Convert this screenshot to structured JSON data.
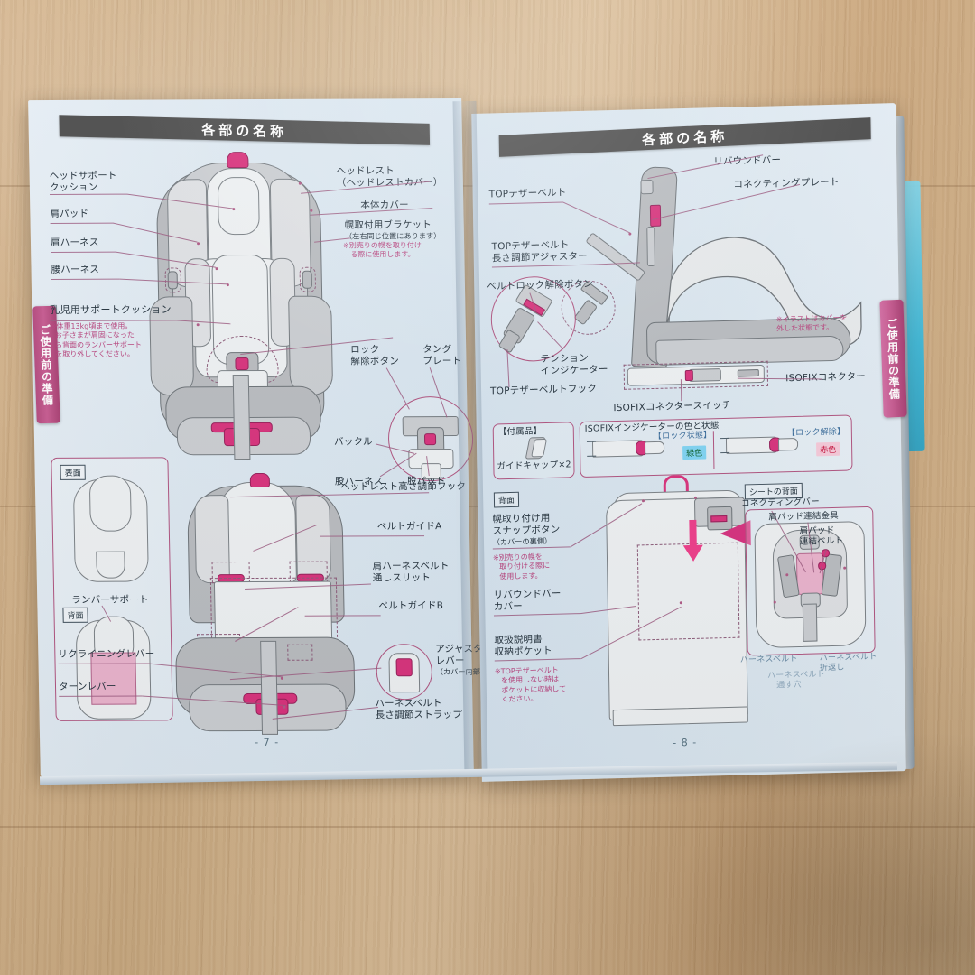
{
  "scene": {
    "description": "open-japanese-child-seat-instruction-manual-on-wood-desk",
    "background": "wood-desk"
  },
  "colors": {
    "paper": "#dfe9f2",
    "header_band": "#4d4d4d",
    "tab_magenta": "#b44a7e",
    "leader_line": "#9c5a80",
    "accent_pink": "#d8327c",
    "note_text": "#b8447e",
    "green_swatch": "#2fa84f",
    "red_swatch": "#e0234a",
    "back_cover_teal": "#37b6d8"
  },
  "left_page": {
    "header": "各部の名称",
    "page_number": "- 7 -",
    "side_tab": "ご使用前の準備",
    "labels_upper_left": [
      {
        "text": "ヘッドサポート\nクッション",
        "line1": "ヘッドサポート",
        "line2": "クッション"
      },
      {
        "text": "肩パッド"
      },
      {
        "text": "肩ハーネス"
      },
      {
        "text": "腰ハーネス"
      },
      {
        "text": "乳児用サポートクッション"
      }
    ],
    "infant_cushion_note": [
      "※体重13kg頃まで使用。",
      "お子さまが肩固になった",
      "ら背面のランバーサポート",
      "を取り外してください。"
    ],
    "cushion_panel": {
      "front_badge": "表面",
      "back_badge": "背面",
      "lumbar_label": "ランバーサポート"
    },
    "labels_upper_right": [
      {
        "line1": "ヘッドレスト",
        "line2": "（ヘッドレストカバー）"
      },
      {
        "line1": "本体カバー"
      },
      {
        "line1": "幌取付用ブラケット",
        "sub": "（左右同じ位置にあります）"
      }
    ],
    "bracket_note": [
      "※別売りの幌を取り付け",
      "る際に使用します。"
    ],
    "buckle_detail": {
      "lock_release": "ロック\n解除ボタン",
      "lock_release_l1": "ロック",
      "lock_release_l2": "解除ボタン",
      "tongue_plate_l1": "タング",
      "tongue_plate_l2": "プレート",
      "buckle": "バックル",
      "crotch_harness": "股ハーネス",
      "crotch_pad": "股パッド"
    },
    "labels_lower_right": [
      {
        "text": "ヘッドレスト高さ調節フック"
      },
      {
        "text": "ベルトガイドA"
      },
      {
        "line1": "肩ハーネスベルト",
        "line2": "通しスリット"
      },
      {
        "text": "ベルトガイドB"
      },
      {
        "line1": "アジャスター",
        "line2": "レバー",
        "sub": "（カバー内部）"
      },
      {
        "line1": "ハーネスベルト",
        "line2": "長さ調節ストラップ"
      }
    ],
    "labels_lower_left": [
      {
        "text": "リクライニングレバー"
      },
      {
        "text": "ターンレバー"
      }
    ]
  },
  "right_page": {
    "header": "各部の名称",
    "page_number": "- 8 -",
    "side_tab": "ご使用前の準備",
    "labels_top_left": [
      {
        "text": "TOPテザーベルト"
      },
      {
        "line1": "TOPテザーベルト",
        "line2": "長さ調節アジャスター"
      },
      {
        "text": "ベルトロック解除ボタン"
      },
      {
        "line1": "テンション",
        "line2": "インジケーター"
      },
      {
        "text": "TOPテザーベルトフック"
      }
    ],
    "labels_top_right": [
      {
        "text": "リバウンドバー"
      },
      {
        "text": "コネクティングプレート"
      },
      {
        "text": "ISOFIXコネクター"
      }
    ],
    "label_isofix_switch": "ISOFIXコネクタースイッチ",
    "cover_note": [
      "※イラストはカバーを",
      "外した状態です。"
    ],
    "accessory_box": {
      "title": "【付属品】",
      "item": "ガイドキャップ×2"
    },
    "indicator_box": {
      "title": "ISOFIXインジケーターの色と状態",
      "states": [
        {
          "label": "【ロック状態】",
          "color_text": "緑色",
          "swatch": "#2fa84f"
        },
        {
          "label": "【ロック解除】",
          "color_text": "赤色",
          "swatch": "#e0234a"
        }
      ]
    },
    "rear_view": {
      "badge": "背面",
      "labels": [
        {
          "line1": "幌取り付け用",
          "line2": "スナップボタン",
          "sub": "（カバーの裏側）"
        },
        {
          "line1": "リバウンドバー",
          "line2": "カバー"
        },
        {
          "line1": "取扱説明書",
          "line2": "収納ポケット"
        }
      ],
      "note_snap": [
        "※別売りの幌を",
        "取り付ける際に",
        "使用します。"
      ],
      "note_pocket": [
        "※TOPテザーベルト",
        "を使用しない時は",
        "ポケットに収納して",
        "ください。"
      ]
    },
    "seat_back": {
      "badge": "シートの背面",
      "labels": [
        {
          "text": "コネクティングバー"
        },
        {
          "text": "肩パッド連結金具"
        },
        {
          "line1": "肩パッド",
          "line2": "連結ベルト"
        },
        {
          "text": "ハーネスベルト"
        },
        {
          "line1": "ハーネスベルト",
          "line2": "折返し"
        },
        {
          "line1": "ハーネスベルト",
          "line2": "通す穴"
        }
      ]
    }
  }
}
